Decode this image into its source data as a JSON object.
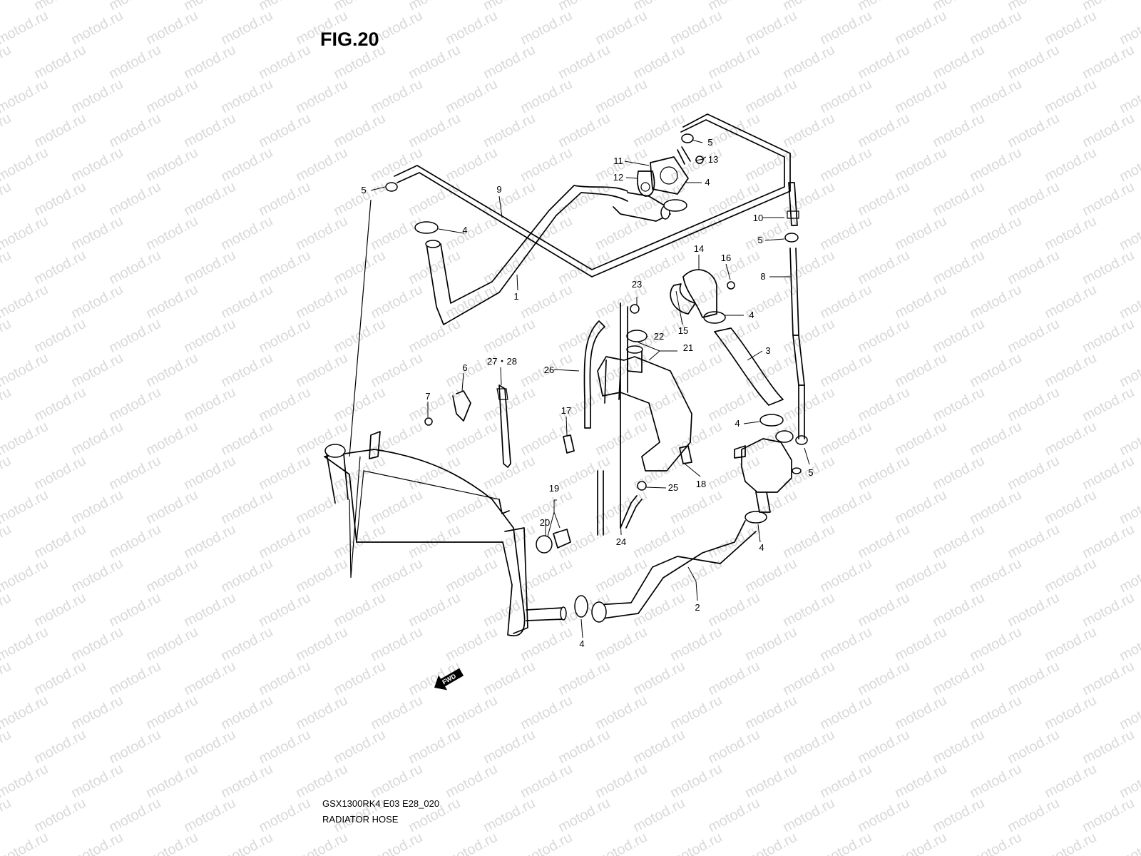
{
  "figure_title": "FIG.20",
  "watermark_text": "motod.ru",
  "footer": {
    "model_code": "GSX1300RK4 E03 E28_020",
    "section_name": "RADIATOR HOSE"
  },
  "fwd_label": "FWD",
  "callouts": [
    "1",
    "2",
    "3",
    "4",
    "4",
    "4",
    "4",
    "4",
    "4",
    "5",
    "5",
    "5",
    "5",
    "6",
    "7",
    "8",
    "9",
    "10",
    "11",
    "12",
    "13",
    "14",
    "15",
    "16",
    "17",
    "18",
    "19",
    "20",
    "21",
    "22",
    "23",
    "24",
    "25",
    "26",
    "27・28"
  ],
  "colors": {
    "line": "#000000",
    "background": "#ffffff",
    "watermark": "#d9d9d9"
  }
}
